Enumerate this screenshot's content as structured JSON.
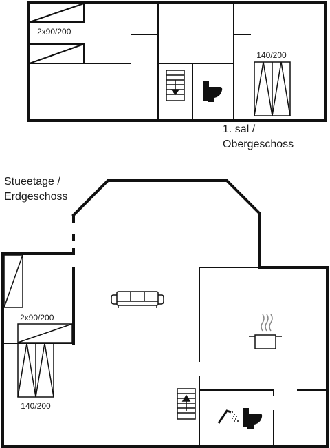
{
  "upper_floor": {
    "label_line1": "1. sal /",
    "label_line2": "Obergeschoss",
    "beds": [
      {
        "label": "2x90/200",
        "icon": "twin-bed-icon"
      },
      {
        "label": "140/200",
        "icon": "double-bed-icon"
      }
    ],
    "fixtures": [
      "stairs-down-icon",
      "toilet-icon"
    ]
  },
  "ground_floor": {
    "label_line1": "Stueetage /",
    "label_line2": "Erdgeschoss",
    "beds": [
      {
        "label": "2x90/200",
        "icon": "twin-bed-icon"
      },
      {
        "label": "140/200",
        "icon": "double-bed-icon"
      }
    ],
    "fixtures": [
      "sofa-icon",
      "cooking-pot-icon",
      "stairs-up-icon",
      "shower-icon",
      "toilet-icon"
    ]
  },
  "colors": {
    "wall": "#111111",
    "line": "#222222",
    "background": "#ffffff"
  }
}
